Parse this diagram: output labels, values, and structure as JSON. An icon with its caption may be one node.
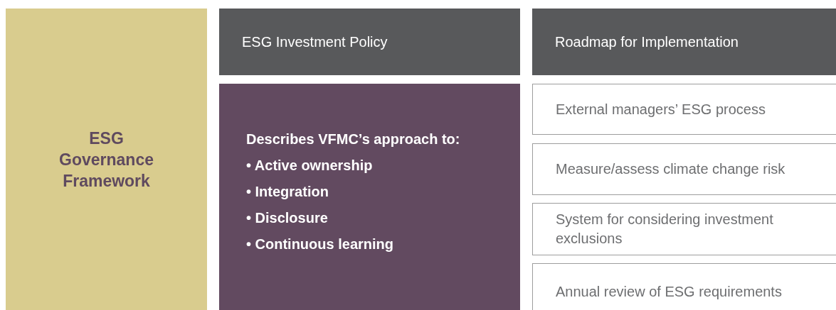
{
  "diagram": {
    "nodes": [
      {
        "text": [
          "ESG Governance Framework"
        ]
      },
      {
        "text": [
          "ESG Investment Policy"
        ]
      },
      {
        "text": [
          "Describes VFMC’s approach to:",
          "• Active ownership",
          "• Integration",
          "• Disclosure",
          "• Continuous learning"
        ]
      },
      {
        "text": [
          "Roadmap for Implementation"
        ]
      },
      {
        "text": [
          "External managers’ ESG process"
        ]
      },
      {
        "text": [
          "Measure/assess climate change risk"
        ]
      },
      {
        "text": [
          "System for considering investment exclusions"
        ]
      },
      {
        "text": [
          "Annual review of ESG requirements"
        ]
      }
    ],
    "edges": []
  }
}
